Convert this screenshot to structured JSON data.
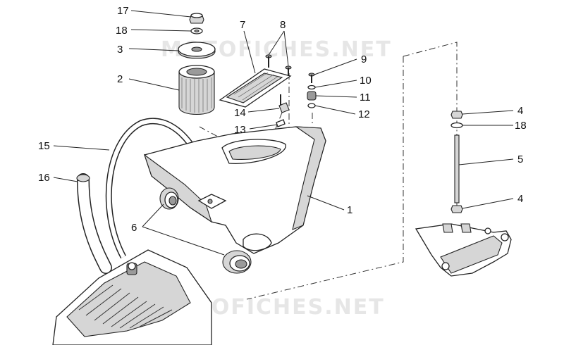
{
  "watermark": {
    "text_top": "MOTOFICHES.NET",
    "text_bottom": "MOTOFICHES.NET"
  },
  "callouts": [
    {
      "id": "c17",
      "label": "17"
    },
    {
      "id": "c18a",
      "label": "18"
    },
    {
      "id": "c3",
      "label": "3"
    },
    {
      "id": "c2",
      "label": "2"
    },
    {
      "id": "c7",
      "label": "7"
    },
    {
      "id": "c8",
      "label": "8"
    },
    {
      "id": "c9",
      "label": "9"
    },
    {
      "id": "c10",
      "label": "10"
    },
    {
      "id": "c11",
      "label": "11"
    },
    {
      "id": "c12",
      "label": "12"
    },
    {
      "id": "c14",
      "label": "14"
    },
    {
      "id": "c13",
      "label": "13"
    },
    {
      "id": "c15",
      "label": "15"
    },
    {
      "id": "c16",
      "label": "16"
    },
    {
      "id": "c6",
      "label": "6"
    },
    {
      "id": "c1",
      "label": "1"
    },
    {
      "id": "c4a",
      "label": "4"
    },
    {
      "id": "c18b",
      "label": "18"
    },
    {
      "id": "c5",
      "label": "5"
    },
    {
      "id": "c4b",
      "label": "4"
    }
  ]
}
